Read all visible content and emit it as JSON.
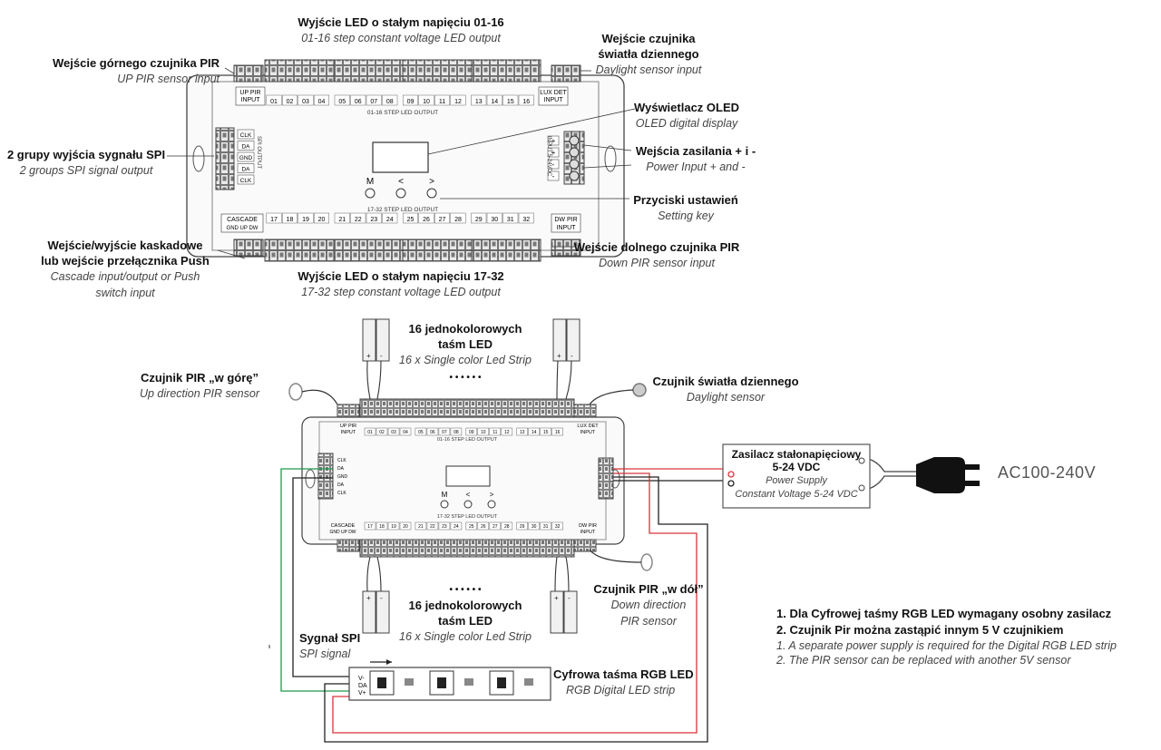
{
  "top": {
    "led_out_1_16": {
      "pl": "Wyjście LED o stałym napięciu 01-16",
      "en": "01-16 step constant voltage LED output"
    },
    "daylight_input": {
      "pl1": "Wejście czujnika",
      "pl2": "światła dziennego",
      "en": "Daylight sensor input"
    },
    "up_pir_input": {
      "pl": "Wejście górnego czujnika PIR",
      "en": "UP PIR sensor input"
    },
    "oled": {
      "pl": "Wyświetlacz OLED",
      "en": "OLED digital display"
    },
    "spi_output": {
      "pl": "2 grupy wyjścia sygnału SPI",
      "en": "2 groups SPI signal output"
    },
    "power_input": {
      "pl": "Wejścia zasilania + i -",
      "en": "Power Input + and -"
    },
    "setting_keys": {
      "pl": "Przyciski ustawień",
      "en": "Setting key"
    },
    "cascade": {
      "pl1": "Wejście/wyjście kaskadowe",
      "pl2": "lub wejście przełącznika Push",
      "en1": "Cascade input/output or Push",
      "en2": "switch input"
    },
    "down_pir_input": {
      "pl": "Wejście dolnego czujnika PIR",
      "en": "Down PIR sensor input"
    },
    "led_out_17_32": {
      "pl": "Wyjście LED o stałym napięciu 17-32",
      "en": "17-32 step constant voltage LED output"
    }
  },
  "board": {
    "up_pir": [
      "UP PIR",
      "INPUT"
    ],
    "lux_det": [
      "LUX DET",
      "INPUT"
    ],
    "dw_pir": [
      "DW PIR",
      "INPUT"
    ],
    "cascade": "CASCADE",
    "cascade_pins": "GND UP DW",
    "top_bus_label": "01-16 STEP LED OUTPUT",
    "bottom_bus_label": "17-32 STEP LED OUTPUT",
    "top_channels": [
      "01",
      "02",
      "03",
      "04",
      "05",
      "06",
      "07",
      "08",
      "09",
      "10",
      "11",
      "12",
      "13",
      "14",
      "15",
      "16"
    ],
    "bottom_channels": [
      "17",
      "18",
      "19",
      "20",
      "21",
      "22",
      "23",
      "24",
      "25",
      "26",
      "27",
      "28",
      "29",
      "30",
      "31",
      "32"
    ],
    "spi_pins": [
      "CLK",
      "DA",
      "GND",
      "DA",
      "CLK"
    ],
    "spi_side_label": "SPI OUTPUT",
    "power_side_label": "INPUT 5-24VDC",
    "power_pins": [
      "+",
      "+",
      "-",
      "-"
    ],
    "buttons": [
      "M",
      "<",
      ">"
    ]
  },
  "wiring": {
    "strip_top": {
      "pl1": "16 jednokolorowych",
      "pl2": "taśm LED",
      "en": "16 x Single color Led Strip"
    },
    "strip_bottom": {
      "pl1": "16 jednokolorowych",
      "pl2": "taśm LED",
      "en": "16 x Single color Led Strip"
    },
    "dots": "• • • • • •",
    "pir_up": {
      "pl": "Czujnik PIR „w górę”",
      "en": "Up direction PIR sensor"
    },
    "daylight": {
      "pl": "Czujnik światła dziennego",
      "en": "Daylight sensor"
    },
    "pir_down": {
      "pl": "Czujnik PIR „w dół”",
      "en1": "Down direction",
      "en2": "PIR sensor"
    },
    "power_supply": {
      "pl1": "Zasilacz stałonapięciowy",
      "pl2": "5-24 VDC",
      "en1": "Power Supply",
      "en2": "Constant Voltage 5-24 VDC"
    },
    "ac": "AC100-240V",
    "spi_signal": {
      "pl": "Sygnał SPI",
      "en": "SPI signal"
    },
    "rgb_strip": {
      "pl": "Cyfrowa taśma RGB LED",
      "en": "RGB Digital LED strip"
    },
    "strip_pins": [
      "V-",
      "DA",
      "V+"
    ]
  },
  "notes": {
    "pl1": "1. Dla Cyfrowej taśmy RGB LED wymagany osobny zasilacz",
    "pl2": "2. Czujnik Pir można zastąpić innym 5 V czujnikiem",
    "en1": "1. A separate power supply is required for the Digital RGB LED strip",
    "en2": "2. The PIR sensor can be replaced with another 5V sensor"
  },
  "colors": {
    "red": "#d9343b",
    "green": "#1e9a4a",
    "dark": "#222222",
    "board": "#f6f6f6"
  }
}
